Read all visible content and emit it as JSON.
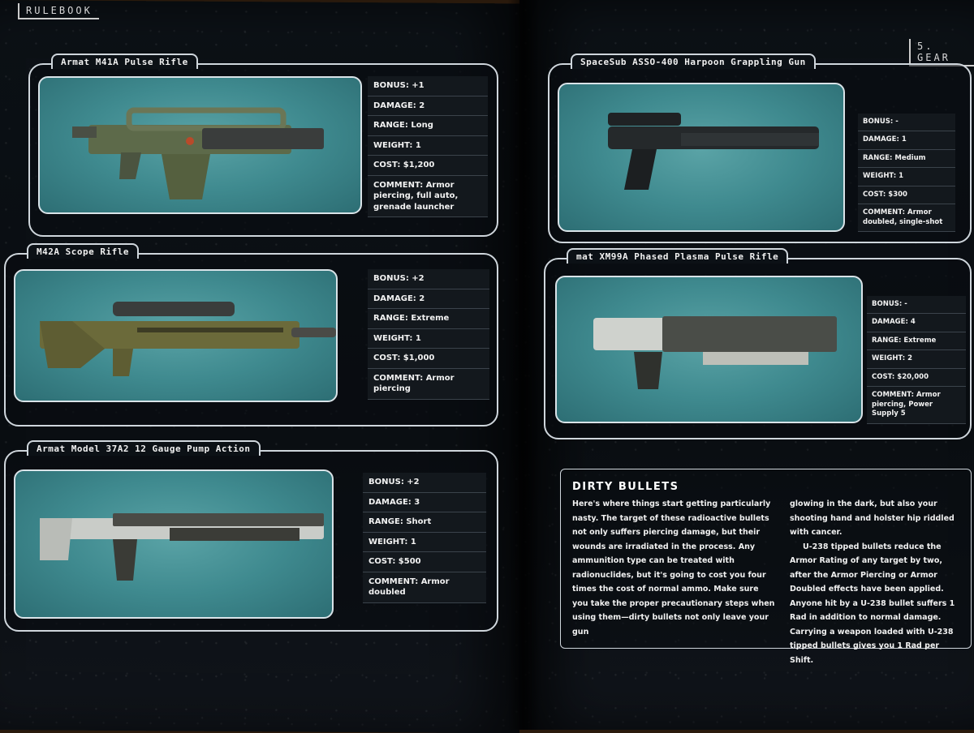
{
  "header": {
    "left_tag": "RULEBOOK",
    "right_tag": "5. GEAR"
  },
  "weapons": [
    {
      "title": "Armat M41A Pulse Rifle",
      "icon": "pulse-rifle-icon",
      "stats": {
        "bonus": "BONUS: +1",
        "damage": "DAMAGE: 2",
        "range": "RANGE: Long",
        "weight": "WEIGHT: 1",
        "cost": "COST: $1,200",
        "comment": "COMMENT: Armor piercing, full auto, grenade launcher"
      }
    },
    {
      "title": "M42A Scope Rifle",
      "icon": "scope-rifle-icon",
      "stats": {
        "bonus": "BONUS: +2",
        "damage": "DAMAGE: 2",
        "range": "RANGE: Extreme",
        "weight": "WEIGHT: 1",
        "cost": "COST: $1,000",
        "comment": "COMMENT: Armor piercing"
      }
    },
    {
      "title": "Armat Model 37A2 12 Gauge Pump Action",
      "icon": "shotgun-icon",
      "stats": {
        "bonus": "BONUS: +2",
        "damage": "DAMAGE: 3",
        "range": "RANGE: Short",
        "weight": "WEIGHT: 1",
        "cost": "COST: $500",
        "comment": "COMMENT: Armor doubled"
      }
    },
    {
      "title": "SpaceSub ASSO-400 Harpoon Grappling Gun",
      "icon": "harpoon-gun-icon",
      "stats": {
        "bonus": "BONUS: -",
        "damage": "DAMAGE: 1",
        "range": "RANGE: Medium",
        "weight": "WEIGHT: 1",
        "cost": "COST: $300",
        "comment": "COMMENT: Armor doubled, single-shot"
      }
    },
    {
      "title": "mat XM99A Phased Plasma Pulse Rifle",
      "icon": "plasma-rifle-icon",
      "stats": {
        "bonus": "BONUS: -",
        "damage": "DAMAGE: 4",
        "range": "RANGE: Extreme",
        "weight": "WEIGHT: 2",
        "cost": "COST: $20,000",
        "comment": "COMMENT: Armor piercing, Power Supply 5"
      }
    }
  ],
  "dirty_bullets": {
    "heading": "DIRTY BULLETS",
    "col1": "Here's where things start getting particularly nasty. The target of these radioactive bullets not only suffers piercing damage, but their wounds are irradiated in the process. Any ammunition type can be treated with radionuclides, but it's going to cost you four times the cost of normal ammo. Make sure you take the proper precautionary steps when using them—dirty bullets not only leave your gun",
    "col2_p1": "glowing in the dark, but also your shooting hand and holster hip riddled with cancer.",
    "col2_p2": "U-238 tipped bullets reduce the Armor Rating of any target by two, after the Armor Piercing or Armor Doubled effects have been applied. Anyone hit by a U-238 bullet suffers 1 Rad in addition to normal damage. Carrying a weapon loaded with U-238 tipped bullets gives you 1 Rad per Shift."
  }
}
